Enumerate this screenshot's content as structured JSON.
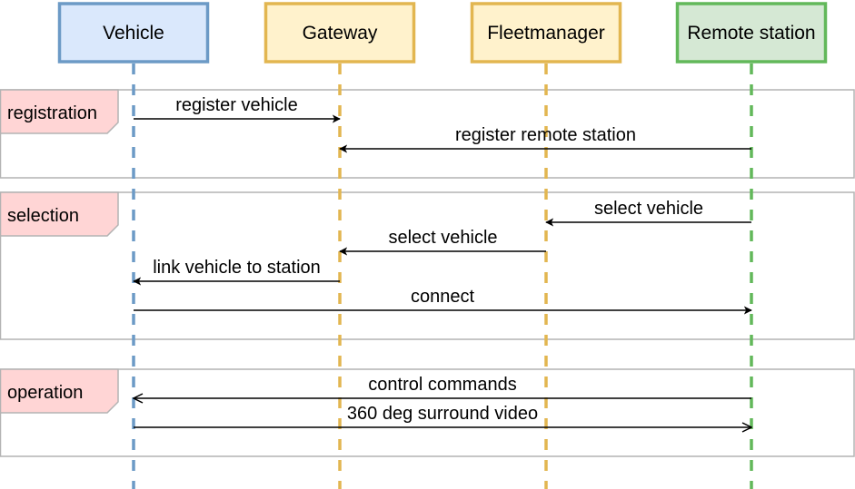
{
  "participants": [
    {
      "id": "vehicle",
      "label": "Vehicle",
      "fill": "#dae8fc",
      "stroke": "#6c9ac6",
      "lifeline": "#6c9ac6"
    },
    {
      "id": "gateway",
      "label": "Gateway",
      "fill": "#fff2cc",
      "stroke": "#e2b650",
      "lifeline": "#e2b650"
    },
    {
      "id": "fleetmanager",
      "label": "Fleetmanager",
      "fill": "#fff2cc",
      "stroke": "#e2b650",
      "lifeline": "#e2b650"
    },
    {
      "id": "remote",
      "label": "Remote station",
      "fill": "#d5e8d4",
      "stroke": "#62b85a",
      "lifeline": "#62b85a"
    }
  ],
  "phases": [
    {
      "label": "registration",
      "fill": "#ffd5d5",
      "stroke": "#b3b3b3"
    },
    {
      "label": "selection",
      "fill": "#ffd5d5",
      "stroke": "#b3b3b3"
    },
    {
      "label": "operation",
      "fill": "#ffd5d5",
      "stroke": "#b3b3b3"
    }
  ],
  "messages": [
    {
      "label": "register vehicle",
      "from": "vehicle",
      "to": "gateway",
      "arrow": "filled"
    },
    {
      "label": "register remote station",
      "from": "remote",
      "to": "gateway",
      "arrow": "filled"
    },
    {
      "label": "select vehicle",
      "from": "remote",
      "to": "fleetmanager",
      "arrow": "filled"
    },
    {
      "label": "select vehicle",
      "from": "fleetmanager",
      "to": "gateway",
      "arrow": "filled"
    },
    {
      "label": "link vehicle to station",
      "from": "gateway",
      "to": "vehicle",
      "arrow": "filled"
    },
    {
      "label": "connect",
      "from": "vehicle",
      "to": "remote",
      "arrow": "filled"
    },
    {
      "label": "control commands",
      "from": "remote",
      "to": "vehicle",
      "arrow": "open"
    },
    {
      "label": "360 deg surround video",
      "from": "vehicle",
      "to": "remote",
      "arrow": "open"
    }
  ]
}
